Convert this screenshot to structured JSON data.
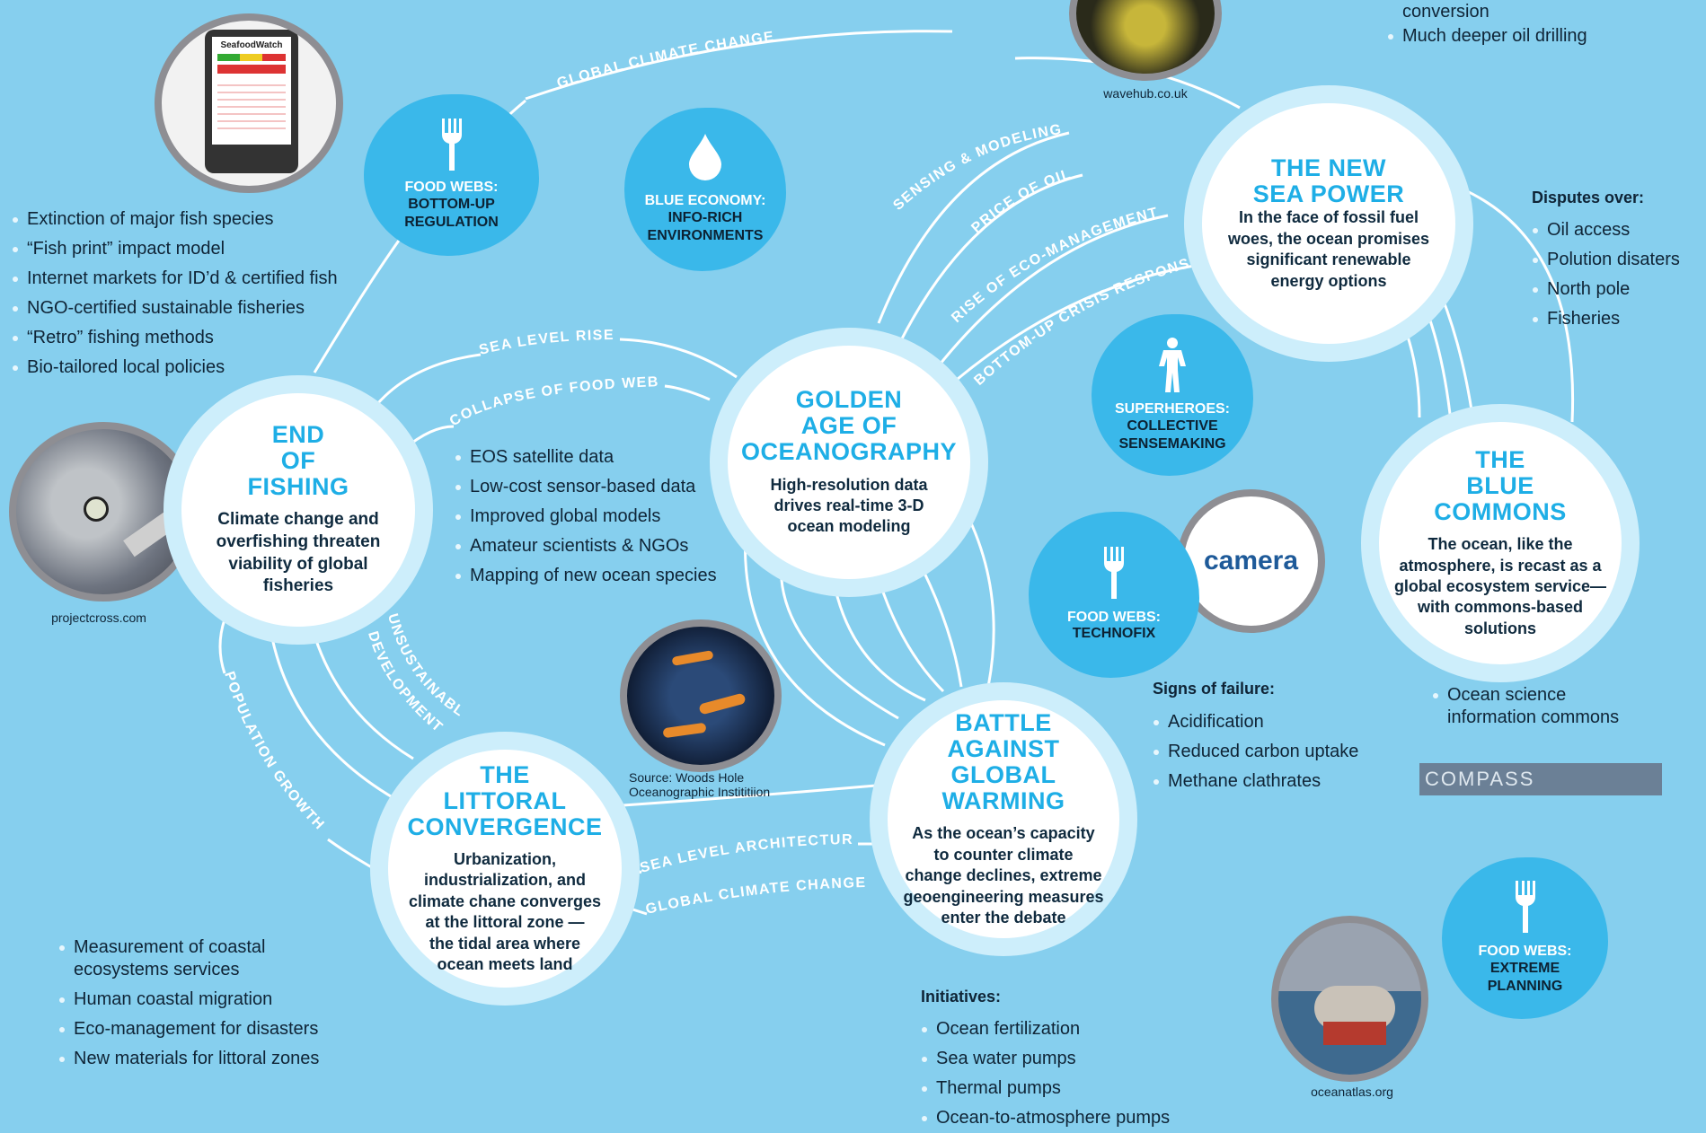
{
  "scenarios": {
    "end_of_fishing": {
      "title": "END\nOF\nFISHING",
      "desc": "Climate change and\noverfishing threaten\nviability of global\nfisheries"
    },
    "golden_age": {
      "title": "GOLDEN\nAGE OF\nOCEANOGRAPHY",
      "desc": "High-resolution data\ndrives real-time 3-D\nocean modeling"
    },
    "new_sea_power": {
      "title": "THE NEW\nSEA POWER",
      "desc": "In the face of fossil fuel\nwoes, the ocean promises\nsignificant renewable\nenergy options"
    },
    "blue_commons": {
      "title": "THE\nBLUE\nCOMMONS",
      "desc": "The ocean, like the\natmosphere, is recast as a\nglobal ecosystem service—\nwith commons-based\nsolutions"
    },
    "littoral": {
      "title": "THE\nLITTORAL\nCONVERGENCE",
      "desc": "Urbanization,\nindustrialization, and\nclimate chane converges\nat the littoral zone —\nthe tidal area where\nocean meets land"
    },
    "global_warming": {
      "title": "BATTLE\nAGAINST\nGLOBAL WARMING",
      "desc": "As the ocean’s capacity\nto counter climate\nchange declines, extreme\ngeoengineering measures\nenter the debate"
    }
  },
  "drivers": {
    "global_climate_change_top": "GLOBAL CLIMATE CHANGE",
    "sensing_modeling": "SENSING & MODELING",
    "price_of_oil": "PRICE OF OIL",
    "rise_eco_management": "RISE OF ECO-MANAGEMENT",
    "bottom_up_crisis": "BOTTOM-UP CRISIS RESPONSE",
    "sea_level_rise": "SEA LEVEL RISE",
    "collapse_food_web": "COLLAPSE OF FOOD WEB",
    "unsustainable_1": "UNSUSTAINABLE",
    "unsustainable_2": "DEVELOPMENT",
    "population_growth": "POPULATION GROWTH",
    "sea_level_architecture": "SEA LEVEL ARCHITECTURE",
    "global_climate_change_bottom": "GLOBAL CLIMATE CHANGE"
  },
  "blobs": {
    "bottom_up": {
      "cat": "FOOD WEBS:",
      "name": "BOTTOM-UP\nREGULATION",
      "icon": "fork-icon"
    },
    "blue_economy": {
      "cat": "BLUE ECONOMY:",
      "name": "INFO-RICH\nENVIRONMENTS",
      "icon": "water-drop-icon"
    },
    "superheroes": {
      "cat": "SUPERHEROES:",
      "name": "COLLECTIVE\nSENSEMAKING",
      "icon": "superhero-icon"
    },
    "technofix": {
      "cat": "FOOD WEBS:",
      "name": "TECHNOFIX",
      "icon": "fork-icon"
    },
    "extreme": {
      "cat": "FOOD WEBS:",
      "name": "EXTREME\nPLANNING",
      "icon": "fork-icon"
    }
  },
  "lists": {
    "fishing": [
      "Extinction of major fish species",
      "“Fish print” impact model",
      "Internet markets for ID’d & certified fish",
      "NGO-certified sustainable fisheries",
      "“Retro” fishing methods",
      "Bio-tailored local policies"
    ],
    "oceanography": [
      "EOS satellite data",
      "Low-cost sensor-based data",
      "Improved global models",
      "Amateur scientists & NGOs",
      "Mapping of new ocean species"
    ],
    "sea_power_top": [
      "conversion",
      "Much deeper oil drilling"
    ],
    "disputes_heading": "Disputes over:",
    "disputes": [
      "Oil access",
      "Polution disaters",
      "North pole",
      "Fisheries"
    ],
    "failure_heading": "Signs of failure:",
    "failure": [
      "Acidification",
      "Reduced carbon uptake",
      "Methane clathrates"
    ],
    "commons": [
      "Ocean science\ninformation commons"
    ],
    "littoral": [
      "Measurement of coastal\necosystems services",
      "Human coastal migration",
      "Eco-management for disasters",
      "New materials for littoral zones"
    ],
    "initiatives_heading": "Initiatives:",
    "initiatives": [
      "Ocean fertilization",
      "Sea water pumps",
      "Thermal pumps",
      "Ocean-to-atmosphere pumps"
    ]
  },
  "credits": {
    "wavehub": "wavehub.co.uk",
    "projectcross": "projectcross.com",
    "woods_hole": "Source: Woods Hole\nOceanographic Instititiion",
    "oceanatlas": "oceanatlas.org",
    "compass": "COMPASS",
    "camera": "camera",
    "seafoodwatch": "SeafoodWatch"
  },
  "colors": {
    "background": "#86cfee",
    "accent": "#1eaee6",
    "blob": "#3ab8ea",
    "ring": "#cdeefb"
  }
}
